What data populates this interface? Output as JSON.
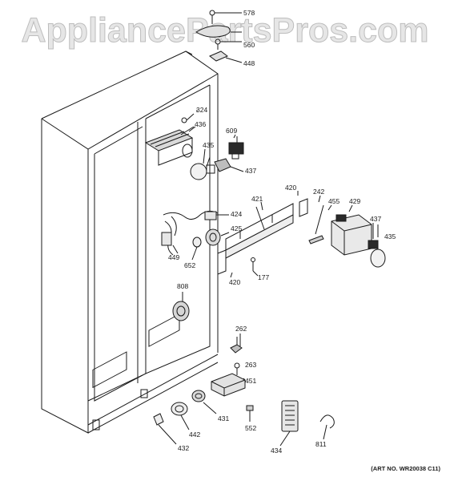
{
  "watermark": "AppliancePartsPros.com",
  "art_no": "(ART NO. WR20038 C11)",
  "callouts": [
    "578",
    "560",
    "448",
    "324",
    "436",
    "609",
    "435",
    "437",
    "420",
    "242",
    "455",
    "429",
    "437",
    "435",
    "421",
    "424",
    "425",
    "449",
    "652",
    "420",
    "177",
    "808",
    "262",
    "263",
    "451",
    "431",
    "442",
    "432",
    "552",
    "434",
    "811"
  ],
  "colors": {
    "line": "#1a1a1a",
    "shade": "#cfcfcf",
    "watermark": "#e6e6e6"
  }
}
